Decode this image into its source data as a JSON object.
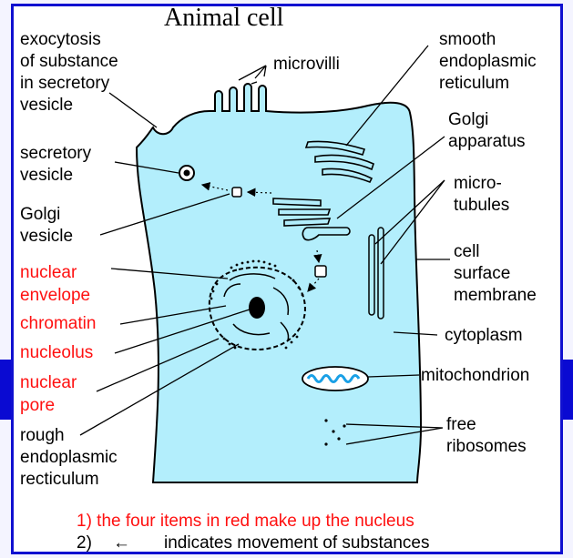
{
  "title": "Animal cell",
  "labels": {
    "exocytosis": [
      "exocytosis",
      "of substance",
      "in secretory",
      "vesicle"
    ],
    "microvilli": "microvilli",
    "smooth_er": [
      "smooth",
      "endoplasmic",
      "reticulum"
    ],
    "golgi_apparatus": [
      "Golgi",
      "apparatus"
    ],
    "secretory_vesicle": [
      "secretory",
      "vesicle"
    ],
    "golgi_vesicle": [
      "Golgi",
      "vesicle"
    ],
    "microtubules": [
      "micro-",
      "tubules"
    ],
    "cell_surface_membrane": [
      "cell",
      "surface",
      "membrane"
    ],
    "nuclear_envelope": [
      "nuclear",
      "envelope"
    ],
    "chromatin": "chromatin",
    "nucleolus": "nucleolus",
    "nuclear_pore": [
      "nuclear",
      "pore"
    ],
    "cytoplasm": "cytoplasm",
    "mitochondrion": "mitochondrion",
    "rough_er": [
      "rough",
      "endoplasmic",
      "recticulum"
    ],
    "free_ribosomes": [
      "free",
      "ribosomes"
    ]
  },
  "notes": {
    "note1": "1) the four items in red make up the nucleus",
    "note2_num": "2)",
    "note2_arrow": "←",
    "note2_text": "indicates movement of substances"
  },
  "colors": {
    "cytoplasm_fill": "#b3eefc",
    "nucleus_label": "#ff1010",
    "mitochondrion_crista": "#1aa0e6",
    "frame_blue": "#1010d0"
  }
}
